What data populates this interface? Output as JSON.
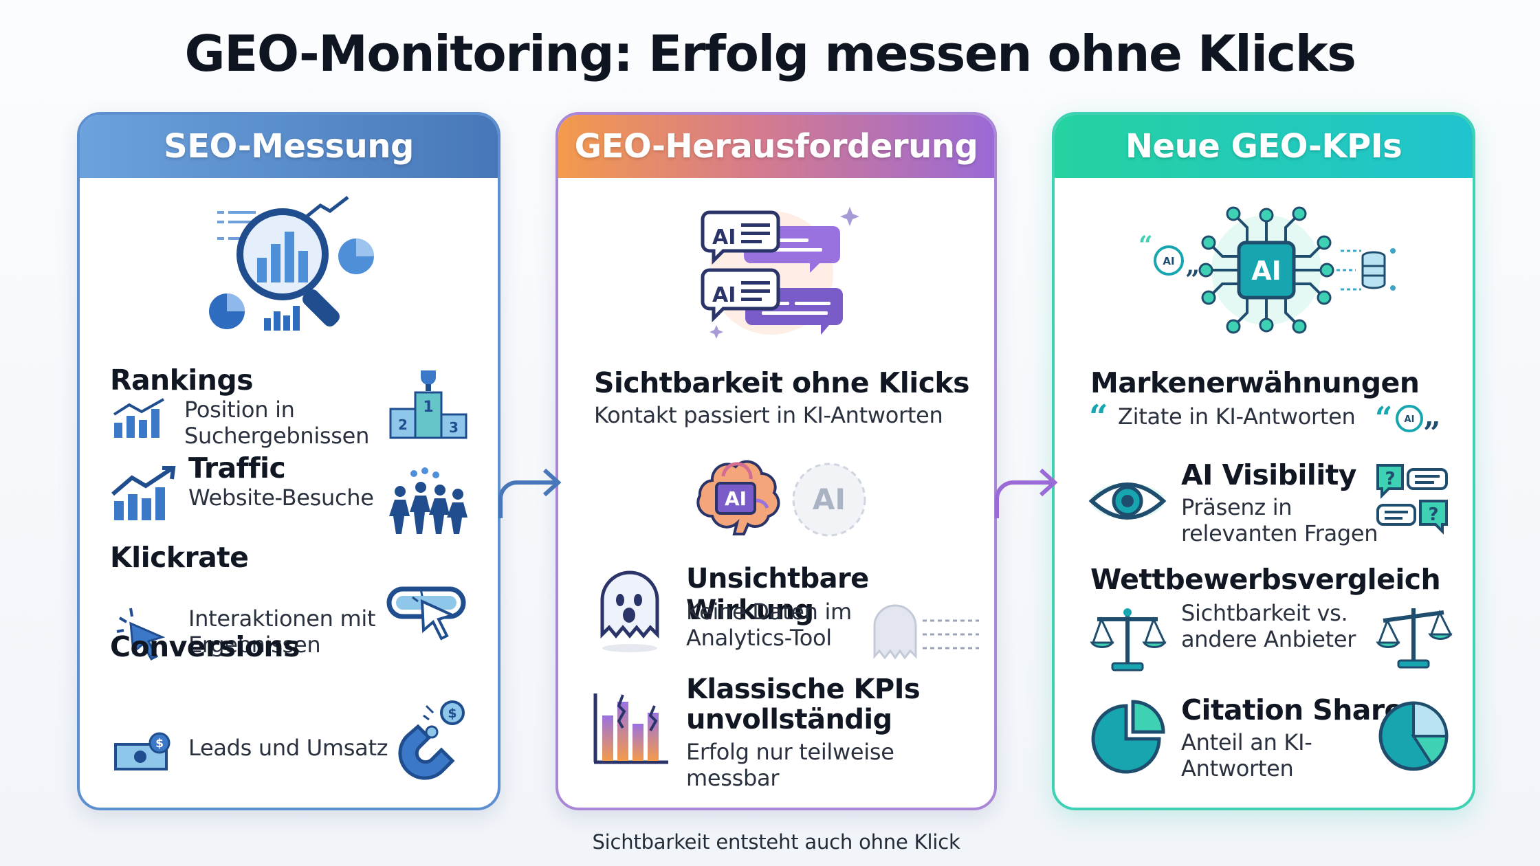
{
  "title": "GEO-Monitoring: Erfolg messen ohne Klicks",
  "caption": "Sichtbarkeit entsteht auch ohne Klick",
  "columns": {
    "seo": {
      "header": "SEO-Messung",
      "items": [
        {
          "title": "Rankings",
          "text": "Position in Suchergebnissen",
          "icon": "podium-icon"
        },
        {
          "title": "Traffic",
          "text": "Website-Besuche",
          "icon": "crowd-icon"
        },
        {
          "title": "Klickrate",
          "text": "Interaktionen mit Ergebnissen",
          "icon": "cursor-icon"
        },
        {
          "title": "Conversions",
          "text": "Leads und Umsatz",
          "icon": "magnet-icon"
        }
      ]
    },
    "geo": {
      "header": "GEO-Herausforderung",
      "chat_label_1": "AI",
      "chat_label_2": "AI",
      "items": [
        {
          "title": "Sichtbarkeit ohne Klicks",
          "text": "Kontakt passiert in KI-Antworten"
        },
        {
          "title": "Unsichtbare Wirkung",
          "text": "Keine Daten im Analytics-Tool",
          "icon": "ghost-icon"
        },
        {
          "title": "Klassische KPIs unvollständig",
          "text": "Erfolg nur teilweise messbar",
          "icon": "broken-chart-icon"
        }
      ],
      "brain_label": "AI",
      "faded_label": "AI"
    },
    "kpi": {
      "header": "Neue GEO-KPIs",
      "chip_label": "AI",
      "quote_badge": "AI",
      "items": [
        {
          "title": "Markenerwähnungen",
          "text": "Zitate in KI-Antworten"
        },
        {
          "title": "AI Visibility",
          "text": "Präsenz in relevanten Fragen",
          "icon": "eye-icon"
        },
        {
          "title": "Wettbewerbsvergleich",
          "text": "Sichtbarkeit vs. andere Anbieter",
          "icon": "scale-icon"
        },
        {
          "title": "Citation Share",
          "text": "Anteil an KI-Antworten",
          "icon": "pie-icon"
        }
      ]
    }
  },
  "colors": {
    "seo_accent": "#4777b8",
    "geo_accent": "#9a6ad6",
    "kpi_accent": "#20c4cf"
  }
}
